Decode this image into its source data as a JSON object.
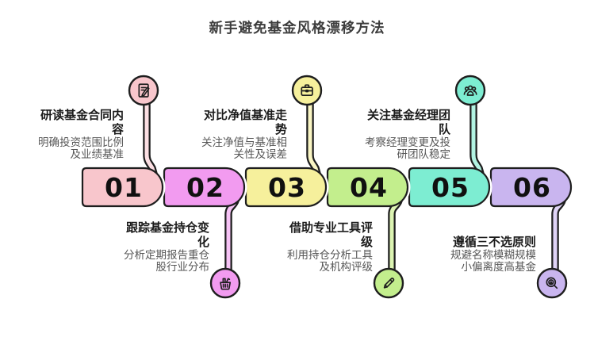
{
  "title": "新手避免基金风格漂移方法",
  "outline_color": "#1e1e1e",
  "steps": [
    {
      "number": "01",
      "title": "研读基金合同内容",
      "desc": "明确投资范围比例及业绩基准",
      "icon": "clipboard-pencil-icon",
      "color": "#f8c6cc",
      "tint": "#fcdfe3"
    },
    {
      "number": "02",
      "title": "跟踪基金持仓变化",
      "desc": "分析定期报告重仓股行业分布",
      "icon": "shopping-basket-icon",
      "color": "#f29bf0",
      "tint": "#f7c3f6"
    },
    {
      "number": "03",
      "title": "对比净值基准走势",
      "desc": "关注净值与基准相关性及误差",
      "icon": "briefcase-icon",
      "color": "#f6f09c",
      "tint": "#faf6c4"
    },
    {
      "number": "04",
      "title": "借助专业工具评级",
      "desc": "利用持仓分析工具及机构评级",
      "icon": "pencil-icon",
      "color": "#c3ee8d",
      "tint": "#dcf4b2"
    },
    {
      "number": "05",
      "title": "关注基金经理团队",
      "desc": "考察经理变更及投研团队稳定",
      "icon": "team-icon",
      "color": "#7dedd2",
      "tint": "#b2f3e2"
    },
    {
      "number": "06",
      "title": "遵循三不选原则",
      "desc": "规避名称模糊规模小偏离度高基金",
      "icon": "magnifier-icon",
      "color": "#c9b5ef",
      "tint": "#e0d4f7"
    }
  ]
}
